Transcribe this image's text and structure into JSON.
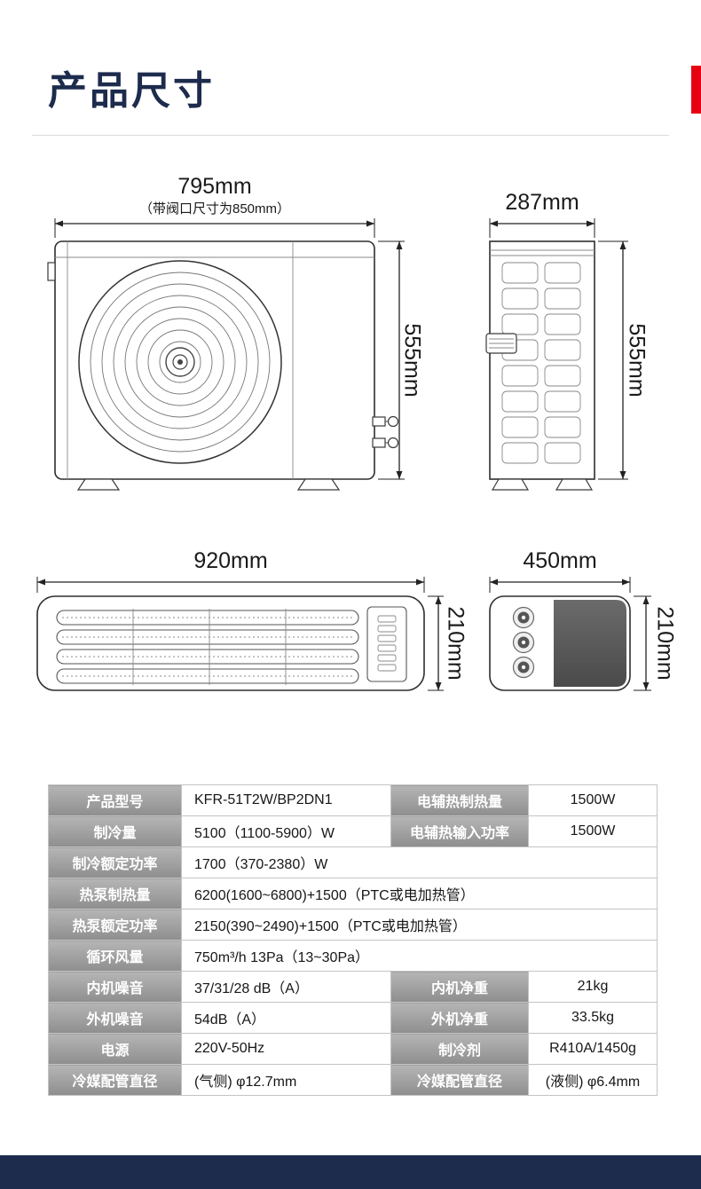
{
  "page": {
    "title": "产品尺寸"
  },
  "colors": {
    "accent_red": "#e60012",
    "navy": "#1d2b4d",
    "table_label_gray": "#9a9a9a"
  },
  "diagrams": {
    "outdoor_front": {
      "width": "795mm",
      "width_note": "（带阀口尺寸为850mm）",
      "height": "555mm"
    },
    "outdoor_side": {
      "width": "287mm",
      "height": "555mm"
    },
    "indoor_front": {
      "width": "920mm",
      "height": "210mm"
    },
    "indoor_side": {
      "width": "450mm",
      "height": "210mm"
    }
  },
  "spec_table": {
    "rows": [
      {
        "label1": "产品型号",
        "value1": "KFR-51T2W/BP2DN1",
        "label2": "电辅热制热量",
        "value2": "1500W"
      },
      {
        "label1": "制冷量",
        "value1": "5100（1100-5900）W",
        "label2": "电辅热输入功率",
        "value2": "1500W"
      },
      {
        "label1": "制冷额定功率",
        "value1": "1700（370-2380）W"
      },
      {
        "label1": "热泵制热量",
        "value1": "6200(1600~6800)+1500（PTC或电加热管）"
      },
      {
        "label1": "热泵额定功率",
        "value1": "2150(390~2490)+1500（PTC或电加热管）"
      },
      {
        "label1": "循环风量",
        "value1": "750m³/h 13Pa（13~30Pa）"
      },
      {
        "label1": "内机噪音",
        "value1": "37/31/28 dB（A）",
        "label2": "内机净重",
        "value2": "21kg"
      },
      {
        "label1": "外机噪音",
        "value1": "54dB（A）",
        "label2": "外机净重",
        "value2": "33.5kg"
      },
      {
        "label1": "电源",
        "value1": "220V-50Hz",
        "label2": "制冷剂",
        "value2": "R410A/1450g"
      },
      {
        "label1": "冷媒配管直径",
        "value1": "(气侧) φ12.7mm",
        "label2": "冷媒配管直径",
        "value2": "(液侧) φ6.4mm"
      }
    ]
  }
}
